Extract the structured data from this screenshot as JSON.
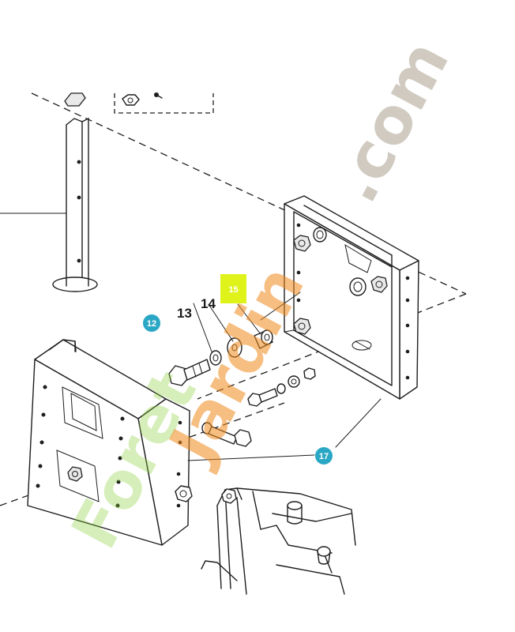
{
  "diagram": {
    "part_labels": {
      "p13": "13",
      "p14": "14"
    },
    "callouts": {
      "p12": "12",
      "p15": "15",
      "p17": "17"
    },
    "colors": {
      "callout": "#2aa7c5",
      "highlight": "#dff21a",
      "line": "#1e1e1e"
    }
  },
  "watermark": {
    "part1": "Foret",
    "part2": "Jardin",
    "part3": ".com"
  }
}
